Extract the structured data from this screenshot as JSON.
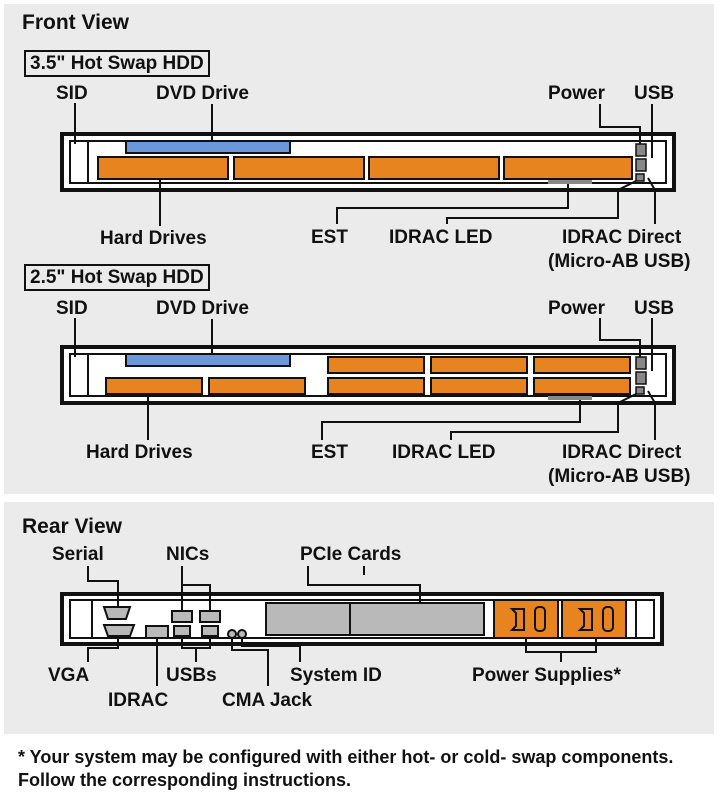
{
  "front_view": {
    "title": "Front View",
    "config_35": {
      "heading": "3.5\" Hot Swap HDD",
      "labels": {
        "sid": "SID",
        "dvd_drive": "DVD Drive",
        "power": "Power",
        "usb": "USB",
        "hard_drives": "Hard Drives",
        "est": "EST",
        "idrac_led": "IDRAC LED",
        "idrac_direct_line1": "IDRAC Direct",
        "idrac_direct_line2": "(Micro-AB USB)"
      }
    },
    "config_25": {
      "heading": "2.5\" Hot Swap HDD",
      "labels": {
        "sid": "SID",
        "dvd_drive": "DVD Drive",
        "power": "Power",
        "usb": "USB",
        "hard_drives": "Hard Drives",
        "est": "EST",
        "idrac_led": "IDRAC LED",
        "idrac_direct_line1": "IDRAC Direct",
        "idrac_direct_line2": "(Micro-AB USB)"
      }
    }
  },
  "rear_view": {
    "title": "Rear View",
    "labels": {
      "serial": "Serial",
      "nics": "NICs",
      "pcie_cards": "PCIe Cards",
      "vga": "VGA",
      "usbs": "USBs",
      "system_id": "System ID",
      "power_supplies": "Power Supplies*",
      "idrac": "IDRAC",
      "cma_jack": "CMA Jack"
    }
  },
  "footnote": "* Your system may be configured with either hot- or cold- swap components. Follow the corresponding instructions.",
  "colors": {
    "panel_bg": "#ebebeb",
    "drive_orange": "#e8841f",
    "dvd_blue": "#6b98d8",
    "chassis_white": "#ffffff",
    "outline": "#111111",
    "pcie_gray": "#b9b9b9"
  }
}
